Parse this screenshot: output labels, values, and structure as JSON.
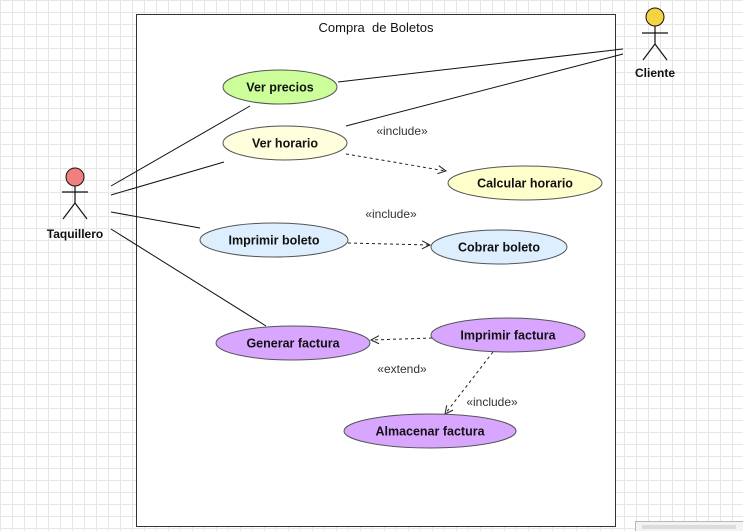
{
  "system": {
    "title": "Compra  de Boletos"
  },
  "actors": {
    "taquillero": {
      "name": "Taquillero",
      "head_color": "#f08080"
    },
    "cliente": {
      "name": "Cliente",
      "head_color": "#f5d442"
    }
  },
  "use_cases": {
    "ver_precios": {
      "label": "Ver precios",
      "color": "#ccff99"
    },
    "ver_horario": {
      "label": "Ver horario",
      "color": "#ffffdd"
    },
    "calcular_horario": {
      "label": "Calcular horario",
      "color": "#ffffcc"
    },
    "imprimir_boleto": {
      "label": "Imprimir boleto",
      "color": "#ddeeff"
    },
    "cobrar_boleto": {
      "label": "Cobrar boleto",
      "color": "#ddeeff"
    },
    "generar_factura": {
      "label": "Generar factura",
      "color": "#d9a6ff"
    },
    "imprimir_factura": {
      "label": "Imprimir factura",
      "color": "#d9a6ff"
    },
    "almacenar_factura": {
      "label": "Almacenar factura",
      "color": "#d9a6ff"
    }
  },
  "relations": {
    "horario_include": "«include»",
    "boleto_include": "«include»",
    "factura_extend": "«extend»",
    "almacenar_include": "«include»"
  }
}
